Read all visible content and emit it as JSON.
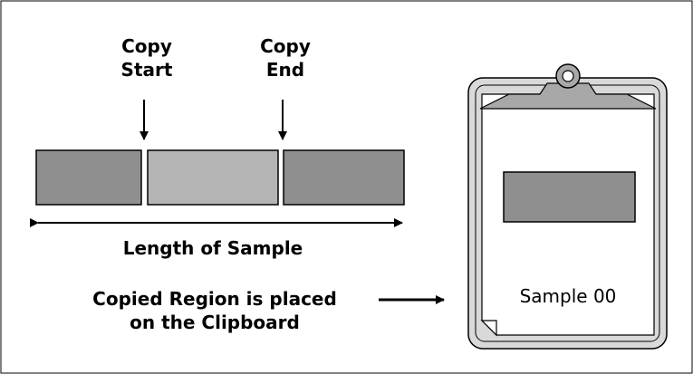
{
  "diagram": {
    "copy_start": {
      "line1": "Copy",
      "line2": "Start"
    },
    "copy_end": {
      "line1": "Copy",
      "line2": "End"
    },
    "length_label": "Length of Sample",
    "placed_label": {
      "line1": "Copied Region is placed",
      "line2": "on the Clipboard"
    },
    "clipboard_label": "Sample 00",
    "colors": {
      "segment_dark": "#8f8f8f",
      "segment_light": "#b4b4b4",
      "clipboard_body": "#d9d9d9",
      "border": "#000000"
    }
  }
}
